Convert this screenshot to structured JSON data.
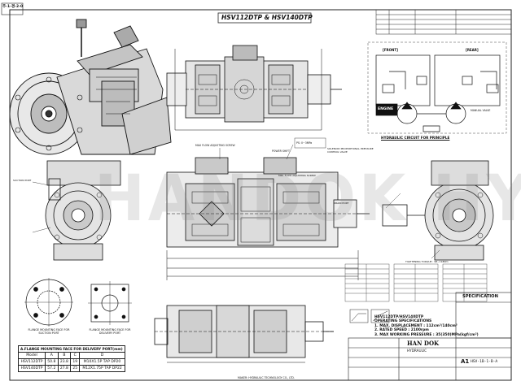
{
  "drawing": {
    "title": "HSV112DTP & HSV140DTP",
    "corner_stamp": "주-1-경-2-0",
    "hydraulic_circuit_caption": "HYDRAULIC CIRCUIT FOR PRINCIPLE",
    "circuit_front_label": "[FRONT]",
    "circuit_rear_label": "[REAR]",
    "engine_label": "ENGINE",
    "manual_valve_label": "MANUAL VALVE",
    "callout_solenoid": "SOLENOID PROPORTIONAL PRESSURE CONTROL VALVE",
    "callout_regulator": "MAX FLOW ADJUSTING SCREW",
    "callout_power": "POWER SHIFT",
    "callout_ps": "PS: 0~3MPa",
    "flow_adjust_label": "MIN. FLOW ADJUSTING SCREW",
    "suction_port_label": "SUCTION PORT",
    "drain_label": "DRAIN PORT",
    "tightening_torque": "TIGHTENING TORQUE : 98~118Nm",
    "flange_suction_caption": "FLANGE MOUNTING FACE FOR SUCTION PORT",
    "flange_delivery_caption": "FLANGE MOUNTING FACE FOR DELIVERY PORT",
    "watermark": "HANDOK HYD",
    "footer_note": "MAKER: HYDRAULIC TECHNOLOGY CO., LTD.",
    "drawing_no": "HSV-1B-1-B-A"
  },
  "flange_table": {
    "title": "A.FLANGE MOUNTING FACE FOR DELIVERY PORT(mm)",
    "headers": [
      "Model",
      "A",
      "B",
      "C",
      "D"
    ],
    "rows": [
      [
        "HSV112DTP",
        "50.8",
        "23.8",
        "19",
        "M10X1.5P TAP DP20"
      ],
      [
        "HSV140DTP",
        "57.2",
        "27.8",
        "25",
        "M12X1.75P TAP DP22"
      ]
    ]
  },
  "specifications": {
    "header": "HSV112DTP/HSV140DTP",
    "title": "OPERATING SPECIFICATIONS",
    "lines": [
      "1. MAX. DISPLACEMENT : 112cm³/140cm³",
      "2. RATED SPEED : 2100rpm",
      "3. MAX WORKING PRESSURE : 35(350)MPa(kgf/cm²)"
    ]
  },
  "title_block": {
    "company": "HAN DOK",
    "company_sub": "HYDRAULIC",
    "sheet_title": "SPECIFICATION",
    "sheet_size": "A1"
  }
}
